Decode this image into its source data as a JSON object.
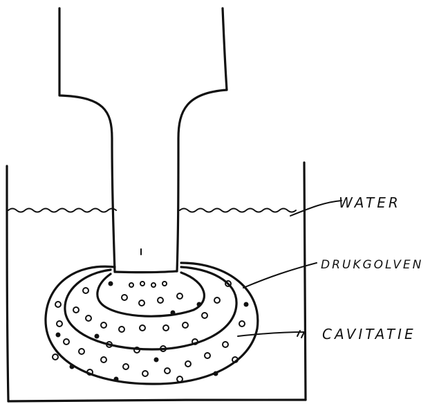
{
  "diagram": {
    "labels": {
      "water": "WATER",
      "pressure_waves": "DRUKGOLVEN",
      "cavitation": "CAVITATIE"
    },
    "colors": {
      "ink": "#111111",
      "paper": "#ffffff"
    }
  }
}
